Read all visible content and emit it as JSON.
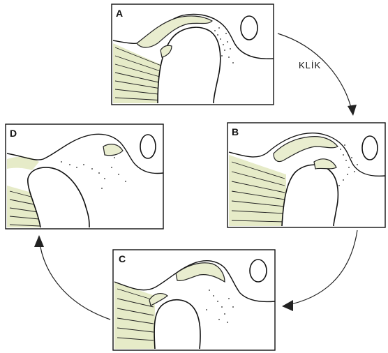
{
  "panels": {
    "a": {
      "label": "A"
    },
    "b": {
      "label": "B"
    },
    "c": {
      "label": "C"
    },
    "d": {
      "label": "D"
    }
  },
  "cycle": {
    "klik_label": "KLİK"
  },
  "colors": {
    "tissue": "#e6ebc8",
    "disc": "#e9edcf",
    "ink": "#111111"
  }
}
